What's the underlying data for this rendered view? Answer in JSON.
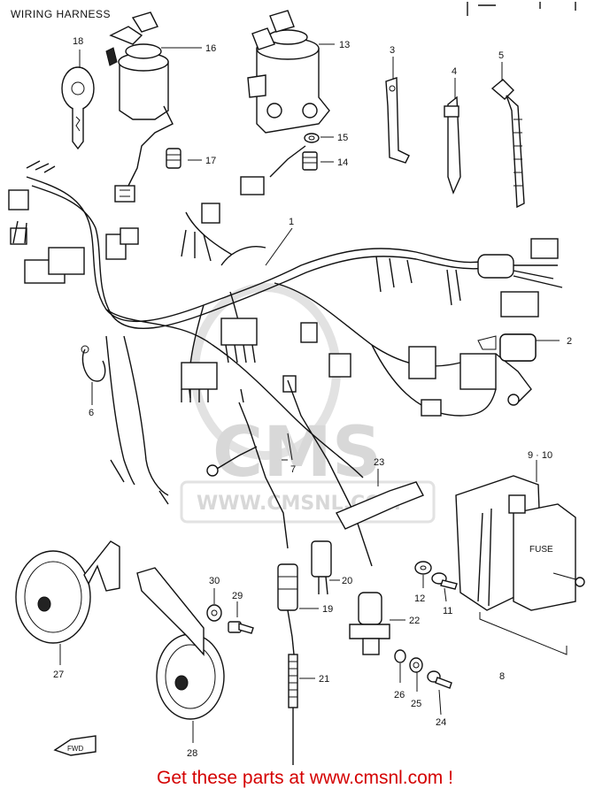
{
  "diagram": {
    "title": "WIRING HARNESS",
    "watermark": {
      "logo": "CMS",
      "url": "WWW.CMSNL.COM"
    },
    "fuse_label": "FUSE",
    "fwd_label": "FWD",
    "callouts": {
      "c1": "1",
      "c2": "2",
      "c3": "3",
      "c4": "4",
      "c5": "5",
      "c6": "6",
      "c7": "7",
      "c8": "8",
      "c910": "9 · 10",
      "c11": "11",
      "c12": "12",
      "c13": "13",
      "c14": "14",
      "c15": "15",
      "c16": "16",
      "c17": "17",
      "c18": "18",
      "c19": "19",
      "c20": "20",
      "c21": "21",
      "c22": "22",
      "c23": "23",
      "c24": "24",
      "c25": "25",
      "c26": "26",
      "c27": "27",
      "c28": "28",
      "c29": "29",
      "c30": "30"
    }
  },
  "footer": {
    "link_text": "Get these parts at www.cmsnl.com !"
  },
  "colors": {
    "link": "#d40000",
    "ink": "#111111",
    "watermark": "#d8d8d8"
  }
}
